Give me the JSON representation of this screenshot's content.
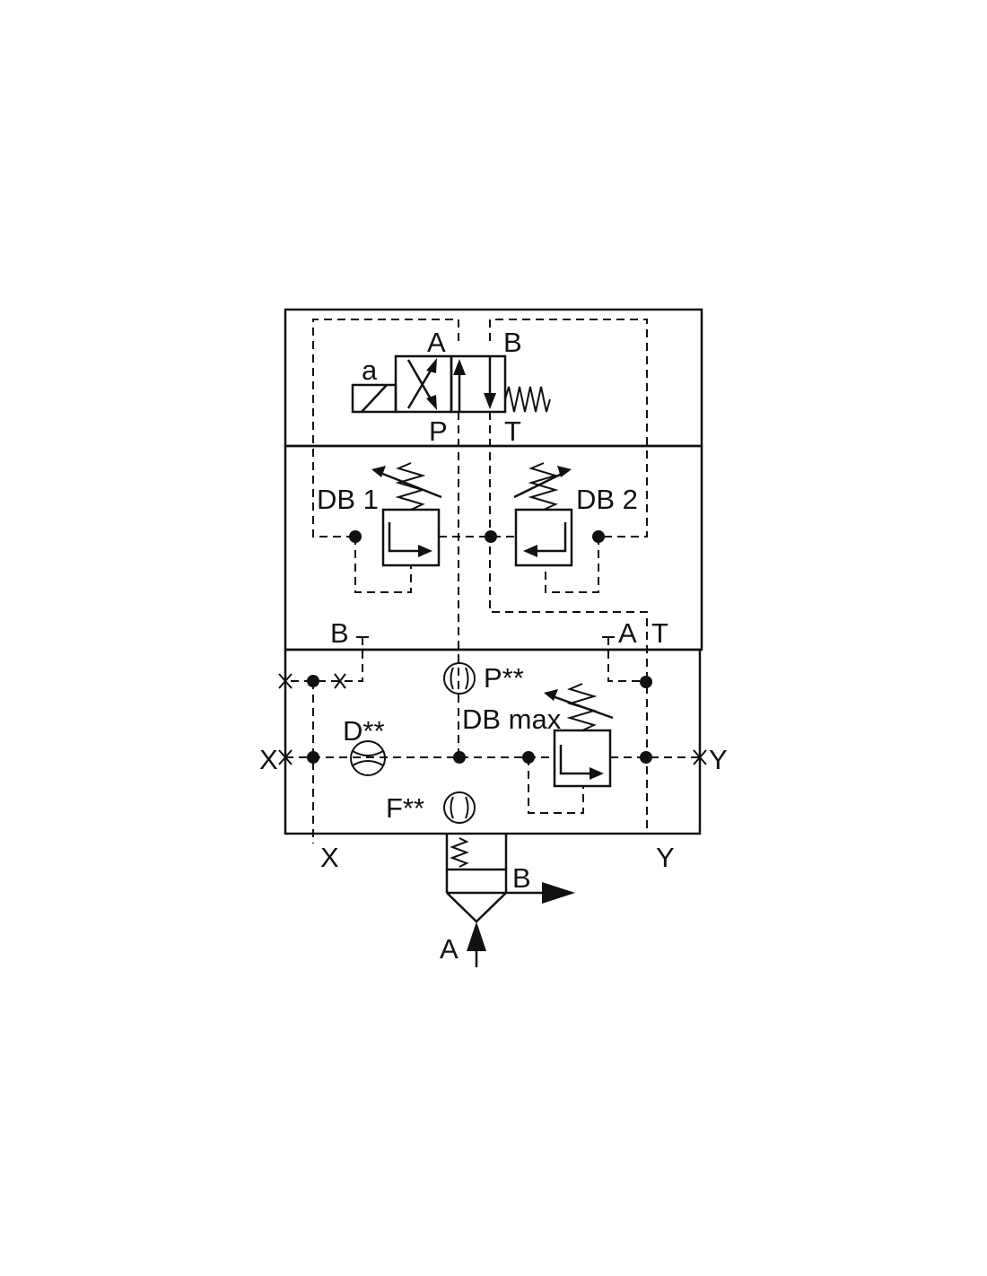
{
  "labels": {
    "valve_port_a": "A",
    "valve_port_b": "B",
    "valve_port_p": "P",
    "valve_port_t": "T",
    "solenoid": "a",
    "db1": "DB 1",
    "db2": "DB 2",
    "db_max": "DB max",
    "port_b_mid": "B",
    "port_a_mid": "A",
    "port_t_mid": "T",
    "orifice_p": "P**",
    "orifice_d": "D**",
    "orifice_f": "F**",
    "port_x_left": "X",
    "port_y_right": "Y",
    "port_x_bottom": "X",
    "port_y_bottom": "Y",
    "main_b": "B",
    "main_a": "A"
  },
  "colors": {
    "line": "#111111",
    "background": "#ffffff"
  }
}
